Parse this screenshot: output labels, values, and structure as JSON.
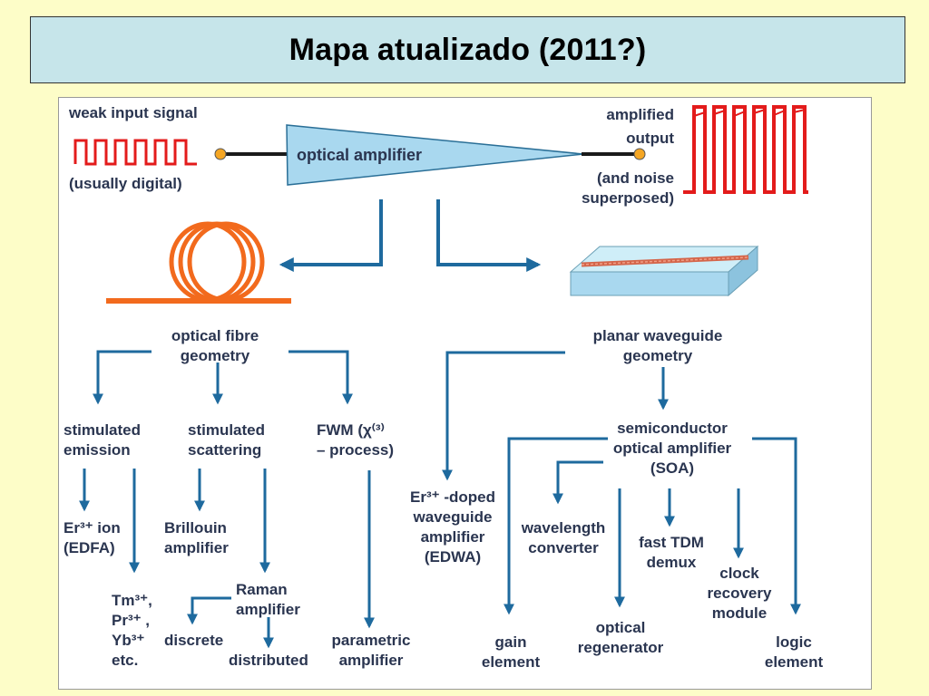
{
  "page": {
    "title": "Mapa atualizado (2011?)"
  },
  "diagram": {
    "input": {
      "label": "weak  input  signal",
      "note": "(usually  digital)"
    },
    "amplifier": {
      "label": "optical  amplifier"
    },
    "output": {
      "label": "amplified\noutput",
      "note": "(and  noise\nsuperposed)"
    },
    "fibre": {
      "label": "optical  fibre\ngeometry",
      "stimulated_emission": "stimulated\nemission",
      "stimulated_scattering": "stimulated\nscattering",
      "fwm": "FWM (χ⁽³⁾\n– process)",
      "er_ion": "Er³⁺ ion\n(EDFA)",
      "tm_pr_yb": "Tm³⁺,\nPr³⁺ ,\nYb³⁺\netc.",
      "brillouin": "Brillouin\namplifier",
      "raman": "Raman\namplifier",
      "discrete": "discrete",
      "distributed": "distributed",
      "parametric": "parametric\namplifier"
    },
    "planar": {
      "label": "planar  waveguide\ngeometry",
      "edwa": "Er³⁺ -doped\nwaveguide\namplifier\n(EDWA)",
      "soa": "semiconductor\noptical  amplifier\n(SOA)",
      "wavelength_converter": "wavelength\nconverter",
      "fast_tdm": "fast TDM\ndemux",
      "clock_recovery": "clock\nrecovery\nmodule",
      "gain_element": "gain\nelement",
      "optical_regenerator": "optical\nregenerator",
      "logic_element": "logic\nelement"
    },
    "colors": {
      "arrow": "#1e6a9e",
      "signal": "#e31b1b",
      "fibre": "#f26a1d",
      "amplifier_fill": "#a9d8ef",
      "text": "#2a3550"
    }
  }
}
